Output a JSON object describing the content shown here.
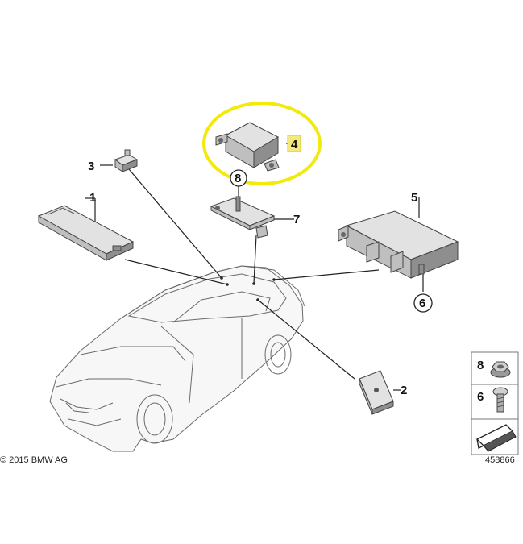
{
  "parts": [
    {
      "number": "1"
    },
    {
      "number": "2"
    },
    {
      "number": "3"
    },
    {
      "number": "4"
    },
    {
      "number": "5"
    },
    {
      "number": "6"
    },
    {
      "number": "7"
    },
    {
      "number": "8"
    },
    {
      "number": "2"
    },
    {
      "number": "6"
    }
  ],
  "legend": {
    "nut_number": "8",
    "screw_number": "6"
  },
  "copyright": "© 2015 BMW AG",
  "diagram_id": "458866",
  "colors": {
    "highlight_ring": "#f2ea0d",
    "label_highlight": "#f5e97a",
    "part_gray": "#bfbfbf",
    "line": "#222222"
  }
}
